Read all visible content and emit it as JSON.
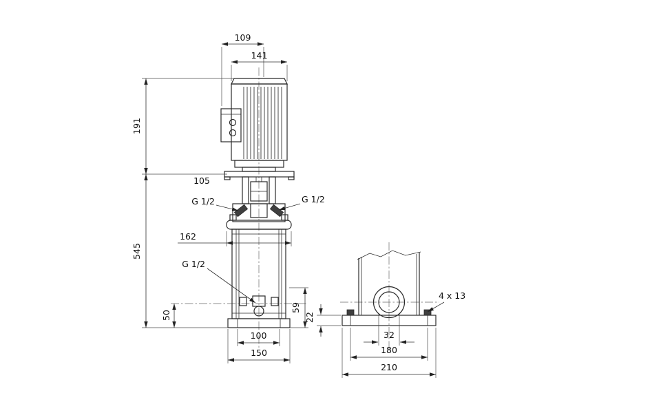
{
  "drawing": {
    "name": "vertical-multistage-pump-dimension-drawing",
    "front": {
      "dim_109": "109",
      "dim_141": "141",
      "dim_191": "191",
      "dim_105": "105",
      "dim_545": "545",
      "dim_162": "162",
      "port_left": "G 1/2",
      "port_right": "G 1/2",
      "port_drain": "G 1/2",
      "dim_50": "50",
      "dim_59": "59",
      "dim_100": "100",
      "dim_150": "150"
    },
    "side": {
      "dim_22": "22",
      "bolt_holes": "4 x 13",
      "dim_32": "32",
      "dim_180": "180",
      "dim_210": "210"
    },
    "colors": {
      "line": "#2a2a2a",
      "background": "#ffffff"
    }
  }
}
